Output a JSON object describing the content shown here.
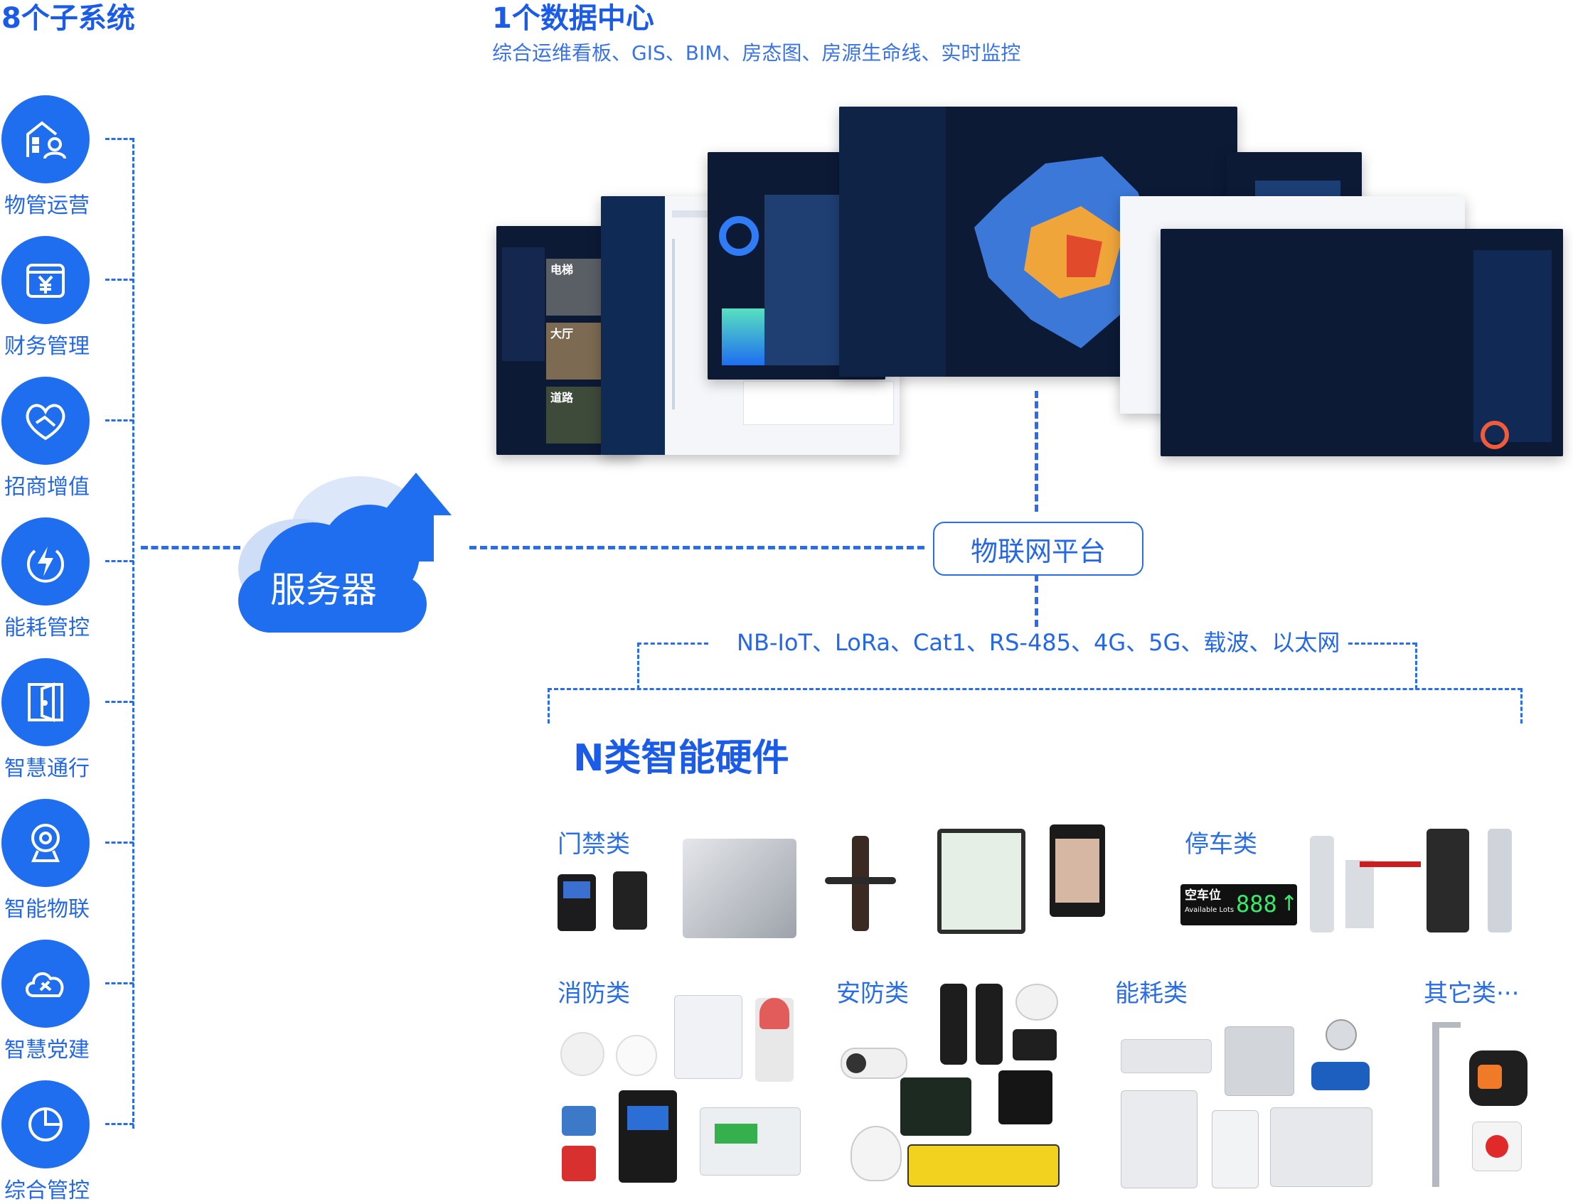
{
  "subsystems": {
    "title": "8个子系统",
    "items": [
      {
        "label": "物管运营",
        "icon": "building-user-icon"
      },
      {
        "label": "财务管理",
        "icon": "yuan-wallet-icon"
      },
      {
        "label": "招商增值",
        "icon": "handshake-heart-icon"
      },
      {
        "label": "能耗管控",
        "icon": "energy-bolt-icon"
      },
      {
        "label": "智慧通行",
        "icon": "door-icon"
      },
      {
        "label": "智能物联",
        "icon": "webcam-icon"
      },
      {
        "label": "智慧党建",
        "icon": "party-cloud-icon"
      },
      {
        "label": "综合管控",
        "icon": "pie-chart-icon"
      }
    ]
  },
  "server": {
    "label": "服务器",
    "icon": "cloud-upload-icon"
  },
  "data_center": {
    "title": "1个数据中心",
    "subtitle": "综合运维看板、GIS、BIM、房态图、房源生命线、实时监控",
    "screens": {
      "elevator": "电梯",
      "lobby": "大厅",
      "road": "道路"
    }
  },
  "iot_platform": {
    "label": "物联网平台"
  },
  "protocols": {
    "label": "NB-IoT、LoRa、Cat1、RS-485、4G、5G、载波、以太网"
  },
  "hardware": {
    "title": "N类智能硬件",
    "categories": {
      "access": "门禁类",
      "parking": "停车类",
      "fire": "消防类",
      "security": "安防类",
      "energy": "能耗类",
      "other": "其它类···"
    },
    "parking_display": {
      "top": "空车位",
      "bottom": "Available Lots",
      "count": "888"
    }
  },
  "colors": {
    "accent": "#1f6ef0",
    "text_blue": "#2468e8"
  }
}
